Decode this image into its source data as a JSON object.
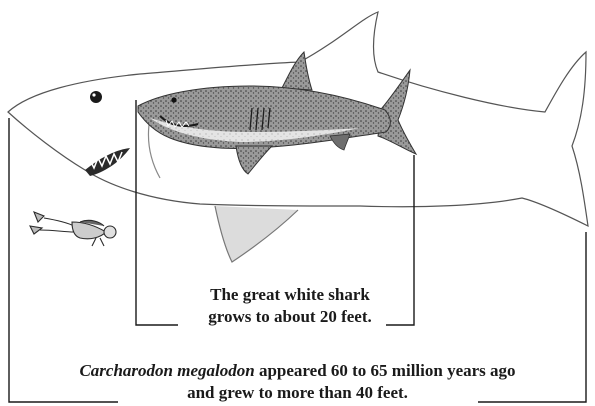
{
  "captions": {
    "great_white": {
      "line1": "The great white shark",
      "line2": "grows to about 20 feet."
    },
    "megalodon": {
      "species_name": "Carcharodon megalodon",
      "line1_rest": "appeared 60 to 65 million years ago",
      "line2": "and grew to more than 40 feet."
    }
  },
  "figures": {
    "megalodon": "megalodon-outline",
    "great_white": "great-white-shark",
    "diver": "scuba-diver"
  },
  "colors": {
    "ink": "#1a1a1a",
    "outline": "#555555",
    "fin_tint": "#dcdcdc",
    "shark_dark": "#5a5a5a",
    "shark_mid": "#8d8d8d"
  }
}
